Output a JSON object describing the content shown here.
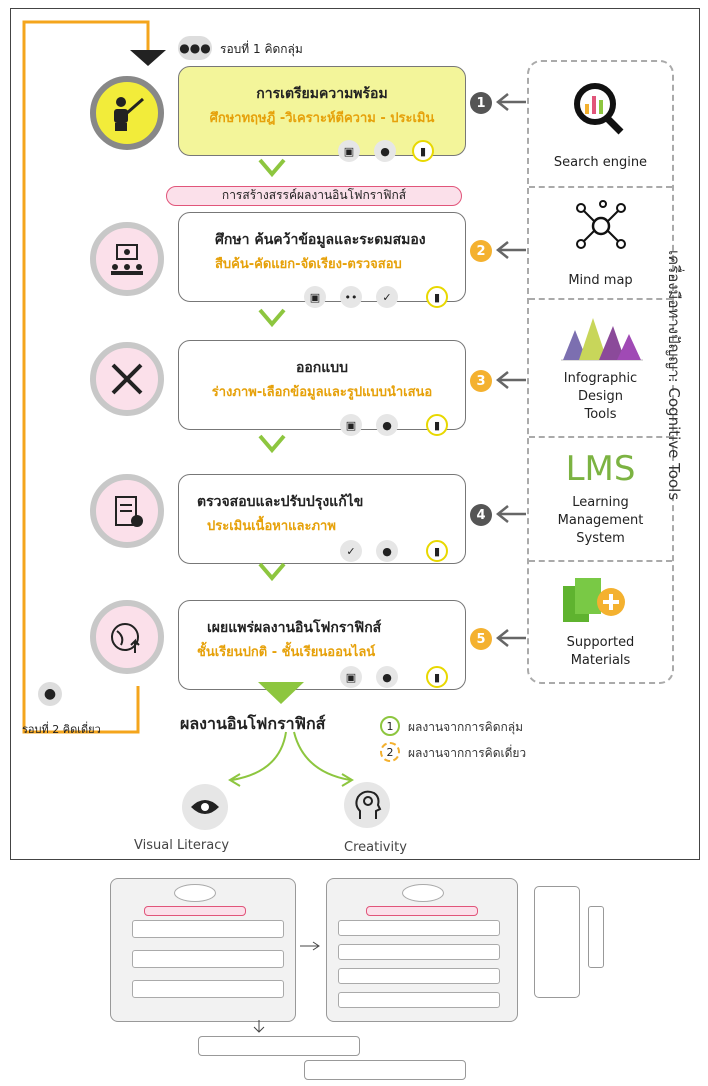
{
  "round1_label": "รอบที่ 1 คิดกลุ่ม",
  "round2_label": "รอบที่ 2 คิดเดี่ยว",
  "creation_banner": "การสร้างสรรค์ผลงานอินโฟกราฟิกส์",
  "stages": [
    {
      "number": "1",
      "title": "การเตรียมความพร้อม",
      "subtitle": "ศึกษาทฤษฎี -วิเคราะห์ตีความ - ประเมิน"
    },
    {
      "number": "2",
      "title": "ศึกษา ค้นคว้าข้อมูลและระดมสมอง",
      "subtitle": "สืบค้น-คัดแยก-จัดเรียง-ตรวจสอบ"
    },
    {
      "number": "3",
      "title": "ออกแบบ",
      "subtitle": "ร่างภาพ-เลือกข้อมูลและรูปแบบนำเสนอ"
    },
    {
      "number": "4",
      "title": "ตรวจสอบและปรับปรุงแก้ไข",
      "subtitle": "ประเมินเนื้อหาและภาพ"
    },
    {
      "number": "5",
      "title": "เผยแพร่ผลงานอินโฟกราฟิกส์",
      "subtitle": "ชั้นเรียนปกติ - ชั้นเรียนออนไลน์"
    }
  ],
  "tools": {
    "vertical_label": "เครื่องมือทางปัญญา: Cognitive Tools",
    "search": "Search engine",
    "mindmap": "Mind map",
    "infographic": [
      "Infographic",
      "Design",
      "Tools"
    ],
    "lms_logo": "LMS",
    "lms": [
      "Learning",
      "Management",
      "System"
    ],
    "supported": [
      "Supported",
      "Materials"
    ]
  },
  "output": {
    "title": "ผลงานอินโฟกราฟิกส์",
    "legend_group": "ผลงานจากการคิดกลุ่ม",
    "legend_solo": "ผลงานจากการคิดเดี่ยว",
    "legend_group_num": "1",
    "legend_solo_num": "2",
    "visual": "Visual Literacy",
    "creativity": "Creativity"
  },
  "colors": {
    "yellow": "#f3f59a",
    "green_arrow": "#8dc63f",
    "orange": "#f4b12f",
    "lms_green": "#7cb342"
  }
}
